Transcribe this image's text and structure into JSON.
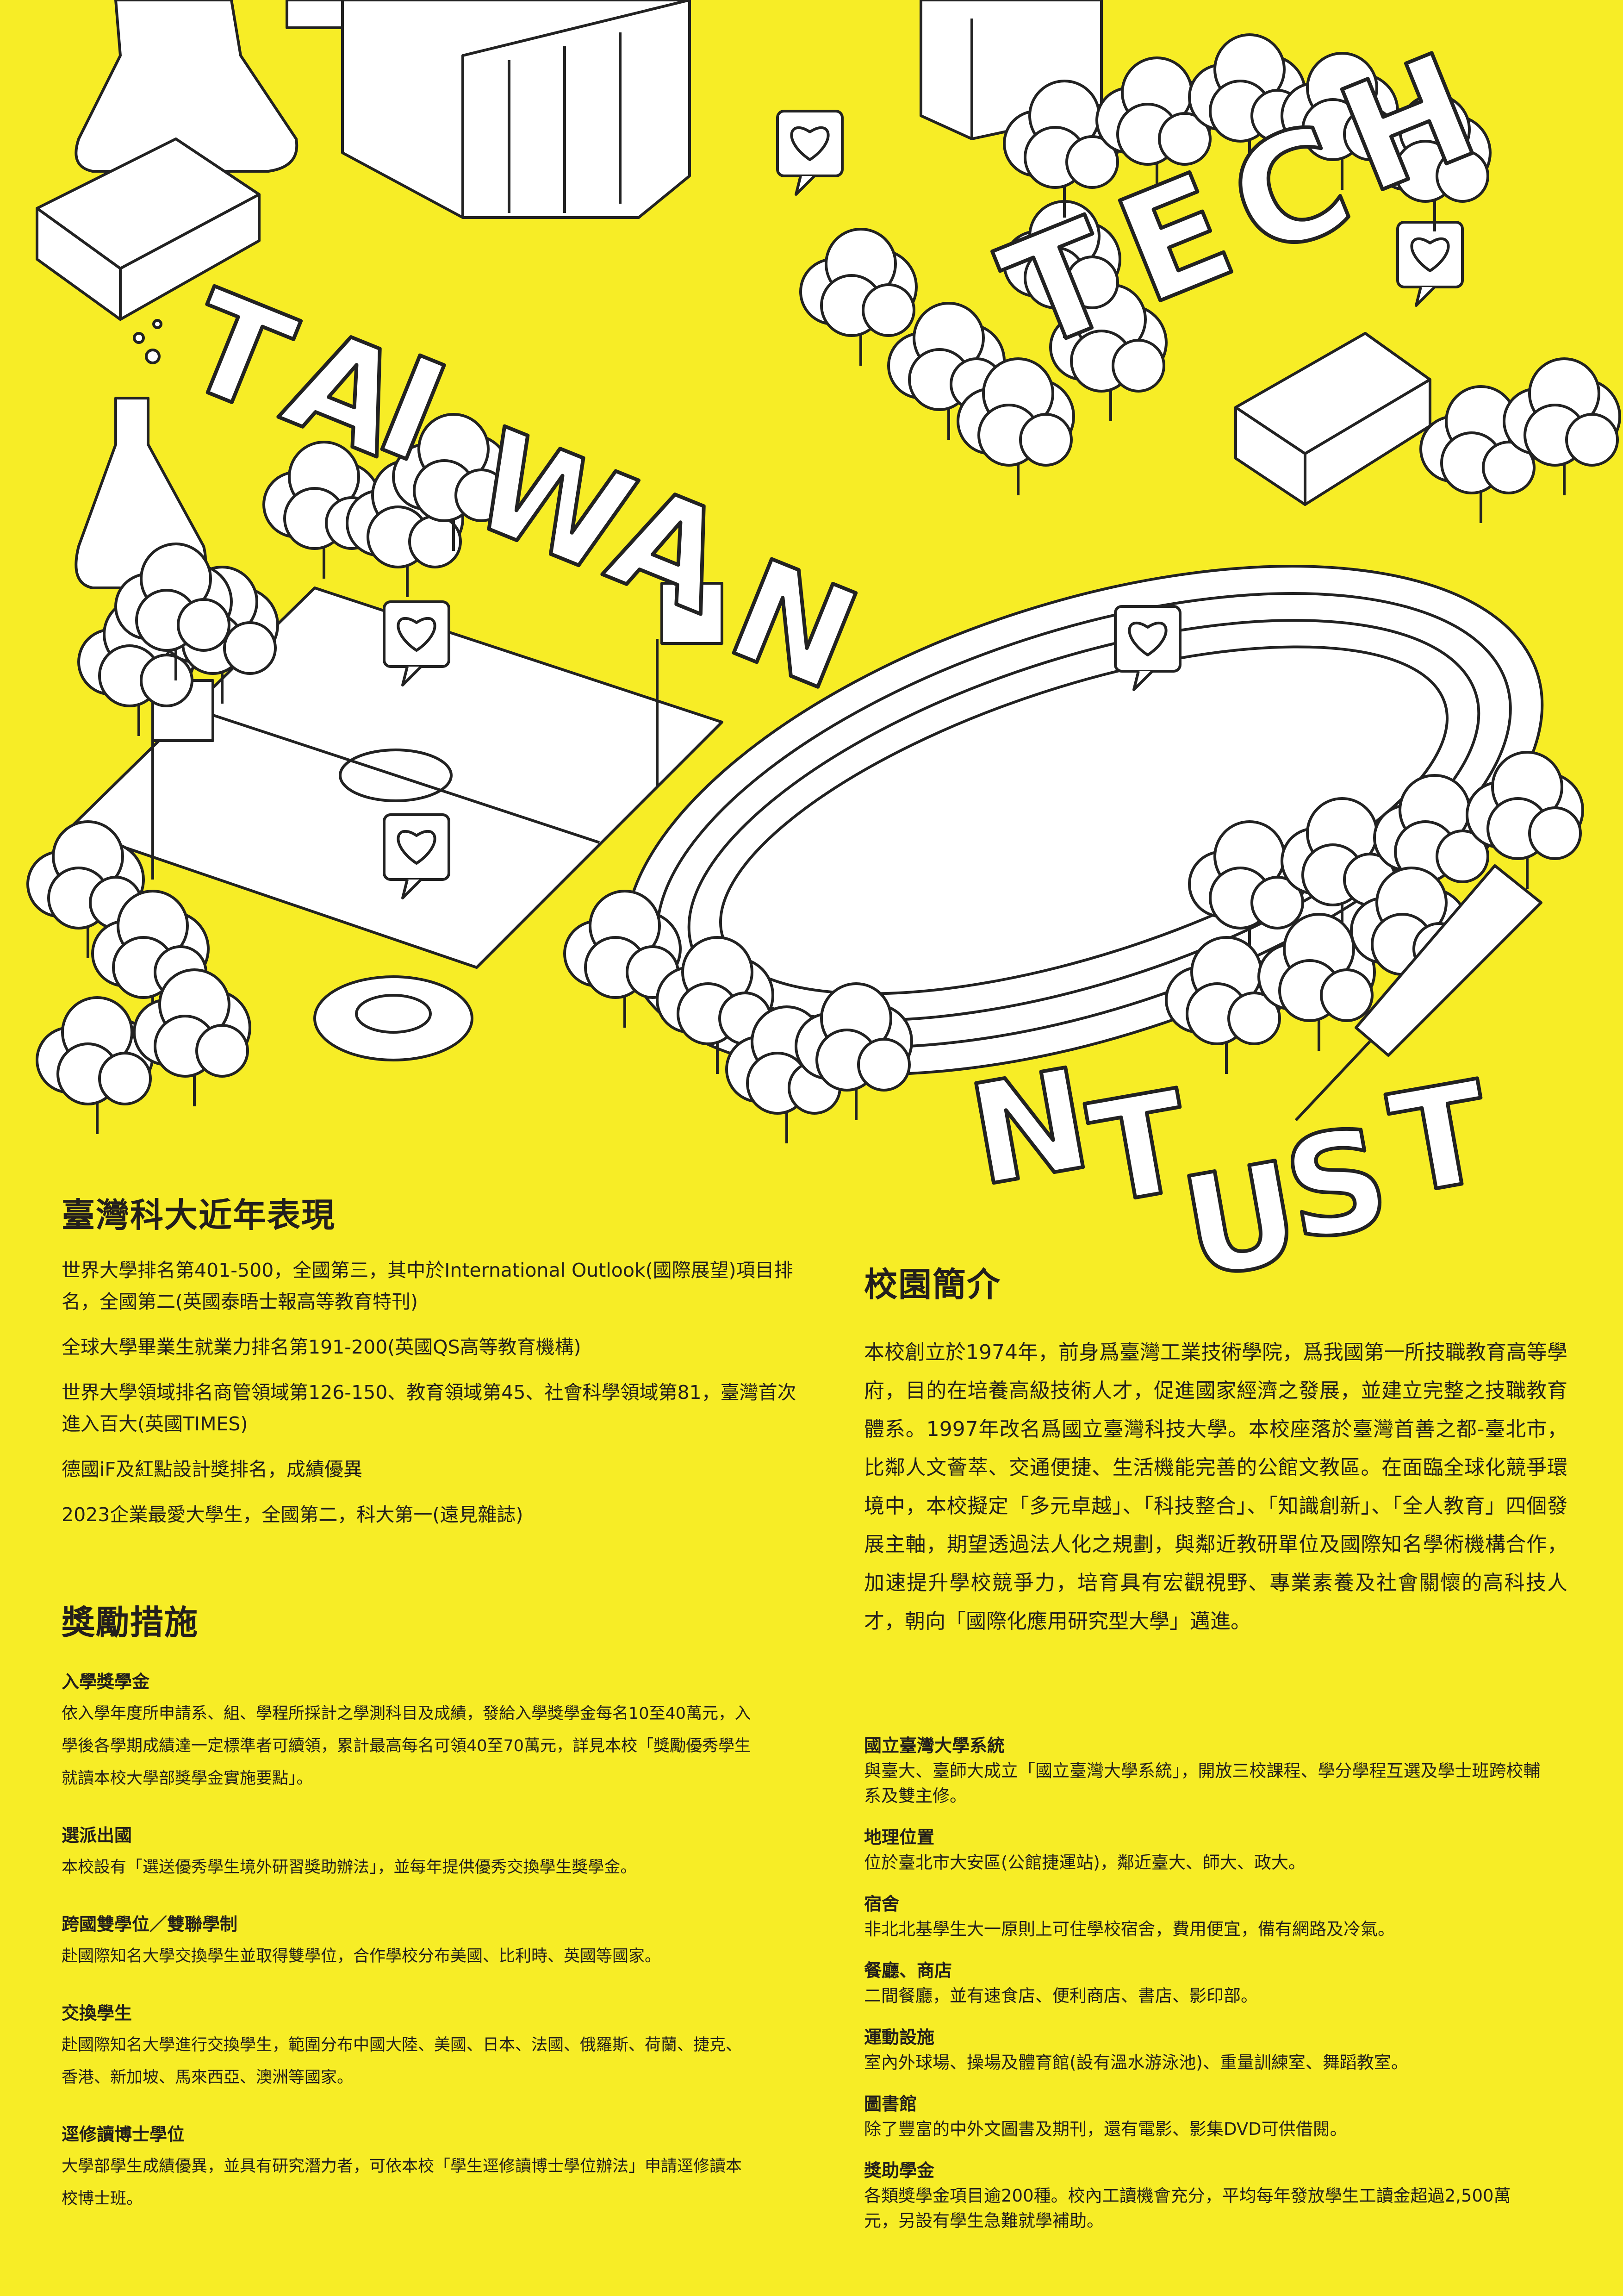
{
  "illustration": {
    "lettering_taiwan": [
      "T",
      "A",
      "I",
      "W",
      "A",
      "N"
    ],
    "lettering_tech": [
      "T",
      "E",
      "C",
      "H"
    ],
    "lettering_ntust": [
      "N",
      "T",
      "U",
      "S",
      "T"
    ]
  },
  "performance": {
    "title": "臺灣科大近年表現",
    "items": [
      "世界大學排名第401-500，全國第三，其中於International Outlook(國際展望)項目排名，全國第二(英國泰晤士報高等教育特刊)",
      "全球大學畢業生就業力排名第191-200(英國QS高等教育機構)",
      "世界大學領域排名商管領域第126-150、教育領域第45、社會科學領域第81，臺灣首次進入百大(英國TIMES)",
      "德國iF及紅點設計獎排名，成績優異",
      "2023企業最愛大學生，全國第二，科大第一(遠見雜誌)"
    ]
  },
  "incentives": {
    "title": "獎勵措施",
    "items": [
      {
        "heading": "入學獎學金",
        "text": "依入學年度所申請系、組、學程所採計之學測科目及成績，發給入學獎學金每名10至40萬元，入學後各學期成績達一定標準者可續領，累計最高每名可領40至70萬元，詳見本校「獎勵優秀學生就讀本校大學部獎學金實施要點」。"
      },
      {
        "heading": "選派出國",
        "text": "本校設有「選送優秀學生境外研習獎助辦法」，並每年提供優秀交換學生獎學金。"
      },
      {
        "heading": "跨國雙學位／雙聯學制",
        "text": "赴國際知名大學交換學生並取得雙學位，合作學校分布美國、比利時、英國等國家。"
      },
      {
        "heading": "交換學生",
        "text": "赴國際知名大學進行交換學生，範圍分布中國大陸、美國、日本、法國、俄羅斯、荷蘭、捷克、香港、新加坡、馬來西亞、澳洲等國家。"
      },
      {
        "heading": "逕修讀博士學位",
        "text": "大學部學生成績優異，並具有研究潛力者，可依本校「學生逕修讀博士學位辦法」申請逕修讀本校博士班。"
      }
    ]
  },
  "campus": {
    "title": "校園簡介",
    "intro": "本校創立於1974年，前身爲臺灣工業技術學院，爲我國第一所技職教育高等學府，目的在培養高級技術人才，促進國家經濟之發展，並建立完整之技職教育體系。1997年改名爲國立臺灣科技大學。本校座落於臺灣首善之都-臺北市，比鄰人文薈萃、交通便捷、生活機能完善的公館文教區。在面臨全球化競爭環境中，本校擬定「多元卓越」、「科技整合」、「知識創新」、「全人教育」四個發展主軸，期望透過法人化之規劃，與鄰近教研單位及國際知名學術機構合作，加速提升學校競爭力，培育具有宏觀視野、專業素養及社會關懷的高科技人才，朝向「國際化應用研究型大學」邁進。",
    "items": [
      {
        "heading": "國立臺灣大學系統",
        "text": "與臺大、臺師大成立「國立臺灣大學系統」，開放三校課程、學分學程互選及學士班跨校輔系及雙主修。"
      },
      {
        "heading": "地理位置",
        "text": "位於臺北市大安區(公館捷運站)，鄰近臺大、師大、政大。"
      },
      {
        "heading": "宿舍",
        "text": "非北北基學生大一原則上可住學校宿舍，費用便宜，備有網路及冷氣。"
      },
      {
        "heading": "餐廳、商店",
        "text": "二間餐廳，並有速食店、便利商店、書店、影印部。"
      },
      {
        "heading": "運動設施",
        "text": "室內外球場、操場及體育館(設有溫水游泳池)、重量訓練室、舞蹈教室。"
      },
      {
        "heading": "圖書館",
        "text": "除了豐富的中外文圖書及期刊，還有電影、影集DVD可供借閱。"
      },
      {
        "heading": "獎助學金",
        "text": "各類獎學金項目逾200種。校內工讀機會充分，平均每年發放學生工讀金超過2,500萬元，另設有學生急難就學補助。"
      }
    ]
  },
  "colors": {
    "background": "#f7ed26",
    "ink": "#231f1c",
    "fill": "#ffffff"
  }
}
